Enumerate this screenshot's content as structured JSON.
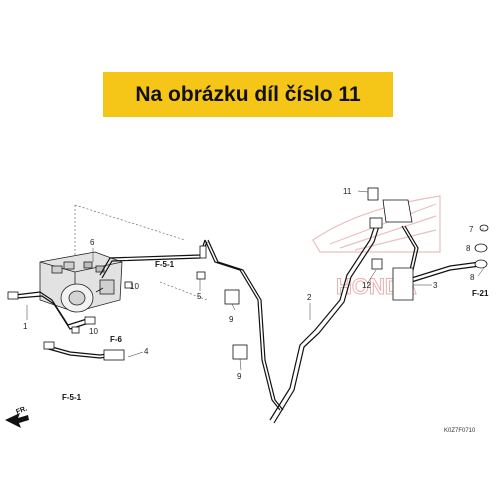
{
  "banner": {
    "text": "Na obrázku díl číslo 11",
    "color": "#f5c518"
  },
  "diagram": {
    "brand_watermark": "HONDA",
    "direction_label": "FR.",
    "drawing_code": "K0Z7F0710",
    "refs": [
      "F-5-1",
      "F-6",
      "F-5-1",
      "F-21"
    ],
    "parts": [
      "1",
      "2",
      "3",
      "4",
      "5",
      "6",
      "7",
      "8",
      "8",
      "9",
      "9",
      "10",
      "10",
      "11",
      "12"
    ]
  }
}
